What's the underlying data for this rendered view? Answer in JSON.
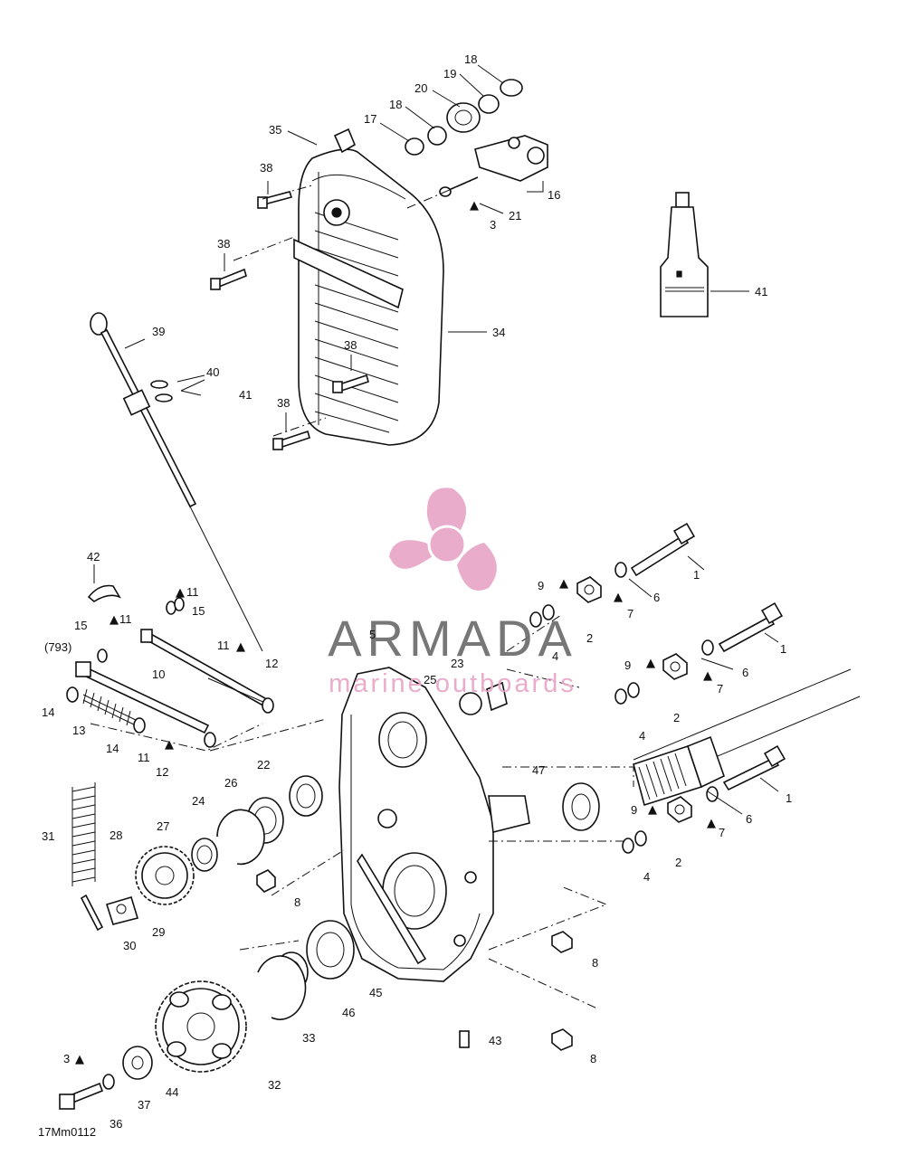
{
  "diagram": {
    "code": "17Mm0112",
    "ref_label": "(793)"
  },
  "watermark": {
    "brand": "ARMADA",
    "tagline": "marine outboards",
    "color": "#e8a9c9",
    "text_color": "#707070"
  },
  "callouts": [
    "1",
    "2",
    "3",
    "4",
    "5",
    "6",
    "7",
    "8",
    "9",
    "10",
    "11",
    "12",
    "13",
    "14",
    "15",
    "16",
    "17",
    "18",
    "19",
    "20",
    "21",
    "22",
    "23",
    "24",
    "25",
    "26",
    "27",
    "28",
    "29",
    "30",
    "31",
    "32",
    "33",
    "34",
    "35",
    "36",
    "37",
    "38",
    "39",
    "40",
    "41",
    "42",
    "43",
    "44",
    "45",
    "46",
    "47"
  ]
}
